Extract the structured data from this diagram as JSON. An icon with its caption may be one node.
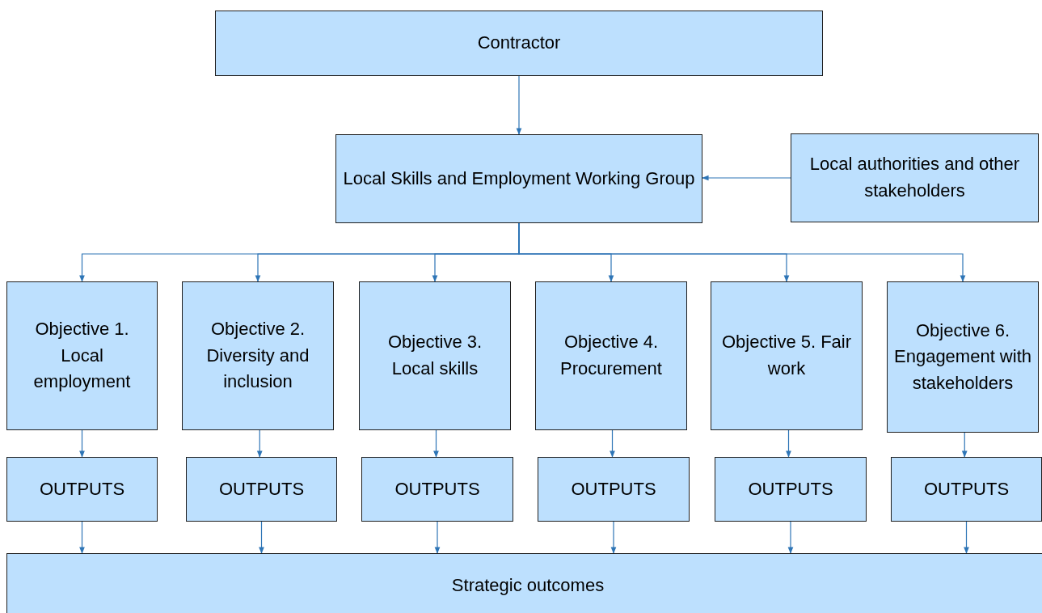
{
  "diagram": {
    "nodes": [
      {
        "text": [
          "Contractor"
        ]
      },
      {
        "text": [
          "Local Skills and Employment Working Group"
        ]
      },
      {
        "text": [
          "Local authorities and other stakeholders"
        ]
      },
      {
        "text": [
          "Objective 1. Local employment"
        ]
      },
      {
        "text": [
          "Objective 2. Diversity and inclusion"
        ]
      },
      {
        "text": [
          "Objective 3. Local skills"
        ]
      },
      {
        "text": [
          "Objective 4. Procurement"
        ]
      },
      {
        "text": [
          "Objective 5. Fair work"
        ]
      },
      {
        "text": [
          "Objective 6. Engagement with stakeholders"
        ]
      },
      {
        "text": [
          "OUTPUTS"
        ]
      },
      {
        "text": [
          "OUTPUTS"
        ]
      },
      {
        "text": [
          "OUTPUTS"
        ]
      },
      {
        "text": [
          "OUTPUTS"
        ]
      },
      {
        "text": [
          "OUTPUTS"
        ]
      },
      {
        "text": [
          "OUTPUTS"
        ]
      },
      {
        "text": [
          "Strategic outcomes"
        ]
      }
    ],
    "edges": [
      {
        "from": 0,
        "to": 1,
        "arrow": "to"
      },
      {
        "from": 2,
        "to": 1,
        "arrow": "to"
      },
      {
        "from": 1,
        "to": 3,
        "arrow": "to"
      },
      {
        "from": 1,
        "to": 4,
        "arrow": "to"
      },
      {
        "from": 1,
        "to": 5,
        "arrow": "to"
      },
      {
        "from": 1,
        "to": 6,
        "arrow": "to"
      },
      {
        "from": 1,
        "to": 7,
        "arrow": "to"
      },
      {
        "from": 1,
        "to": 8,
        "arrow": "to"
      },
      {
        "from": 3,
        "to": 9,
        "arrow": "to"
      },
      {
        "from": 4,
        "to": 10,
        "arrow": "to"
      },
      {
        "from": 5,
        "to": 11,
        "arrow": "to"
      },
      {
        "from": 6,
        "to": 12,
        "arrow": "to"
      },
      {
        "from": 7,
        "to": 13,
        "arrow": "to"
      },
      {
        "from": 8,
        "to": 14,
        "arrow": "to"
      },
      {
        "from": 9,
        "to": 15,
        "arrow": "to"
      },
      {
        "from": 10,
        "to": 15,
        "arrow": "to"
      },
      {
        "from": 11,
        "to": 15,
        "arrow": "to"
      },
      {
        "from": 12,
        "to": 15,
        "arrow": "to"
      },
      {
        "from": 13,
        "to": 15,
        "arrow": "to"
      },
      {
        "from": 14,
        "to": 15,
        "arrow": "to"
      }
    ]
  }
}
